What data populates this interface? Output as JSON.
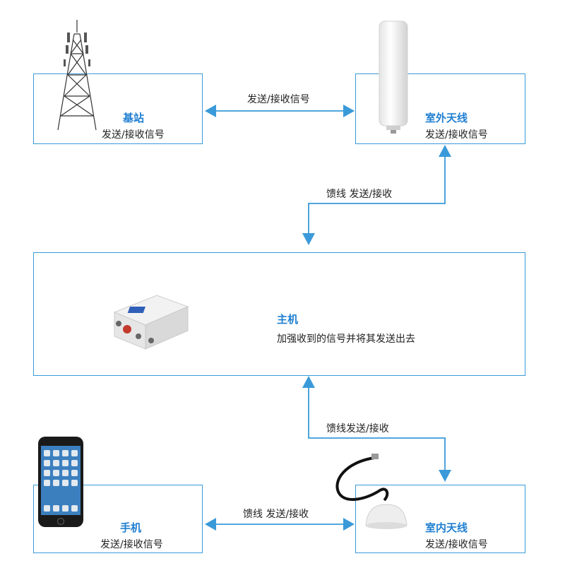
{
  "colors": {
    "accent": "#1f7fd1",
    "border": "#3a9ad9",
    "text": "#222222"
  },
  "nodes": {
    "base_station": {
      "title": "基站",
      "subtitle": "发送/接收信号",
      "icon": "cell-tower-icon"
    },
    "outdoor_antenna": {
      "title": "室外天线",
      "subtitle": "发送/接收信号",
      "icon": "panel-antenna-icon"
    },
    "host": {
      "title": "主机",
      "subtitle": "加强收到的信号并将其发送出去",
      "icon": "repeater-unit-icon"
    },
    "phone": {
      "title": "手机",
      "subtitle": "发送/接收信号",
      "icon": "smartphone-icon"
    },
    "indoor_antenna": {
      "title": "室内天线",
      "subtitle": "发送/接收信号",
      "icon": "ceiling-antenna-icon"
    }
  },
  "links": {
    "top": "发送/接收信号",
    "outdoor_to_host": "馈线 发送/接收",
    "host_to_indoor": "馈线发送/接收",
    "bottom": "馈线 发送/接收"
  }
}
